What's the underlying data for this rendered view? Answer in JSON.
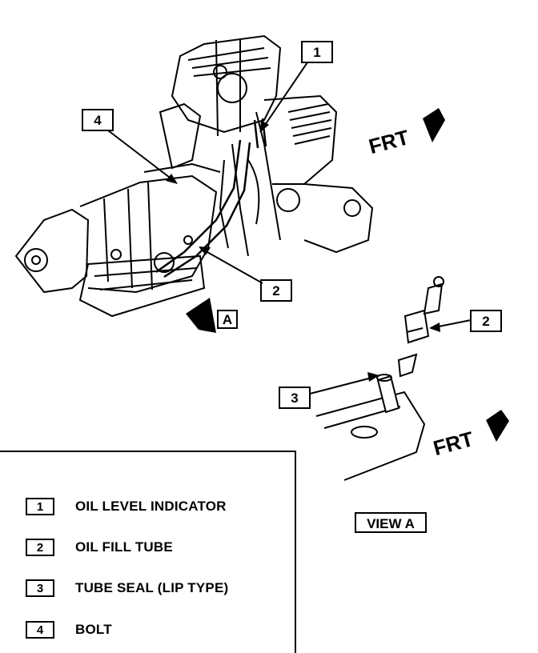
{
  "callouts": {
    "c1": "1",
    "c2_main": "2",
    "c2_view": "2",
    "c3": "3",
    "c4": "4",
    "view_marker": "A"
  },
  "direction": {
    "frt_top": "FRT",
    "frt_view": "FRT"
  },
  "view_label": "VIEW A",
  "legend": {
    "items": [
      {
        "num": "1",
        "label": "OIL LEVEL INDICATOR"
      },
      {
        "num": "2",
        "label": "OIL FILL TUBE"
      },
      {
        "num": "3",
        "label": "TUBE SEAL (LIP TYPE)"
      },
      {
        "num": "4",
        "label": "BOLT"
      }
    ]
  }
}
